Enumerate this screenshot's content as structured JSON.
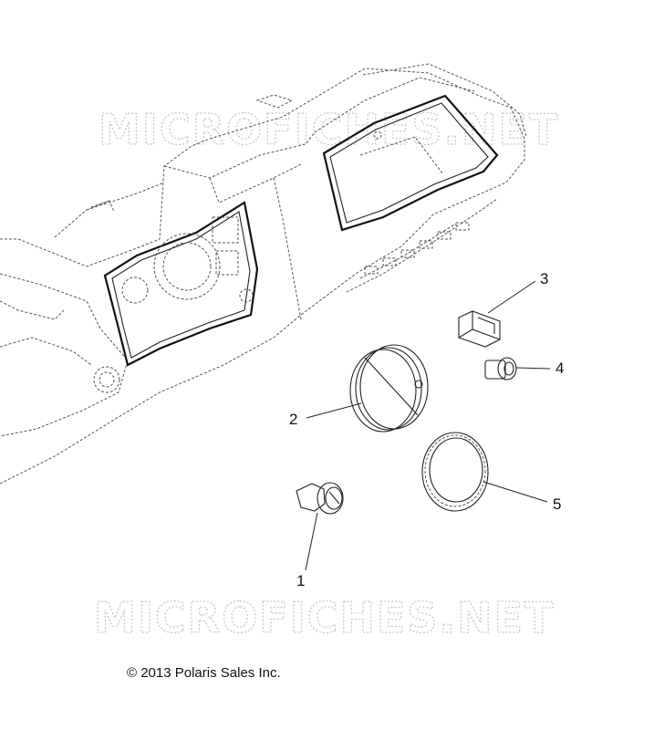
{
  "watermark": {
    "top": "MICROFICHES.NET",
    "bottom": "MICROFICHES.NET"
  },
  "callouts": [
    {
      "id": "1",
      "label": "1"
    },
    {
      "id": "2",
      "label": "2"
    },
    {
      "id": "3",
      "label": "3"
    },
    {
      "id": "4",
      "label": "4"
    },
    {
      "id": "5",
      "label": "5"
    }
  ],
  "copyright": "© 2013 Polaris Sales Inc."
}
